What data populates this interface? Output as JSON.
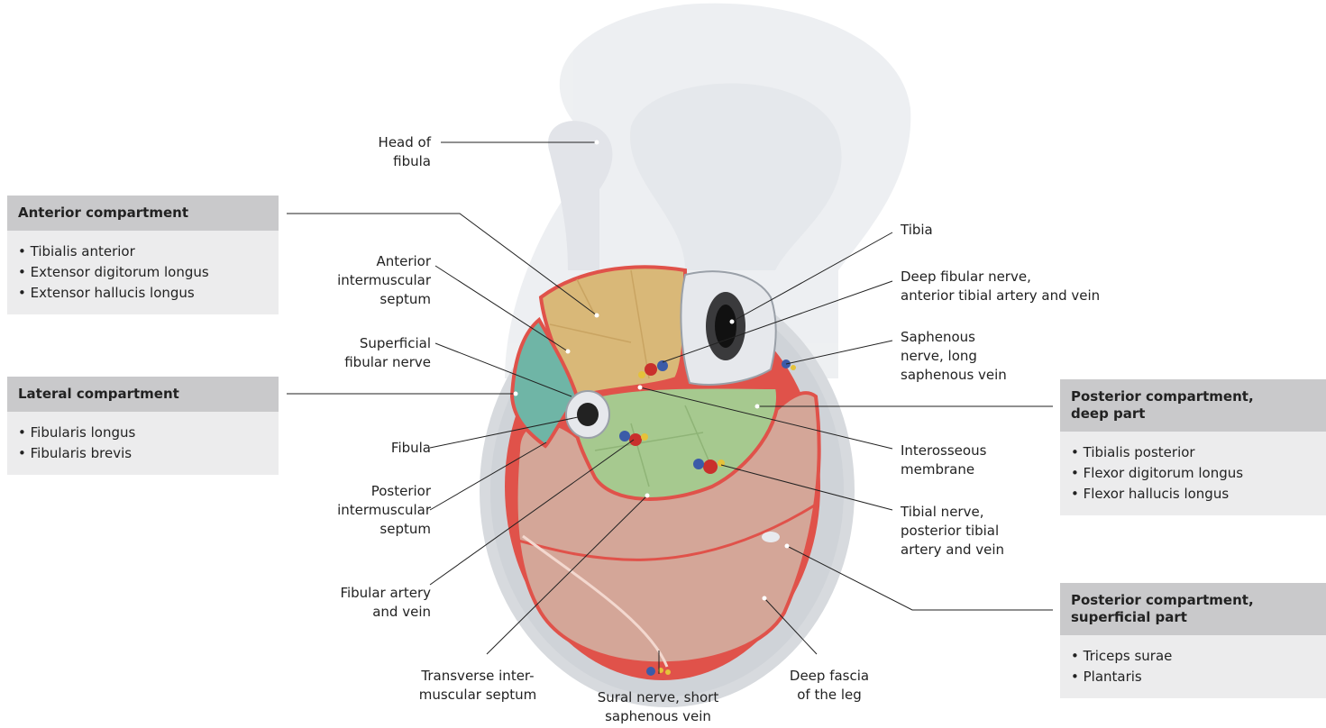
{
  "boxes": {
    "anterior": {
      "title": "Anterior compartment",
      "items": [
        "• Tibialis anterior",
        "• Extensor digitorum longus",
        "• Extensor hallucis longus"
      ]
    },
    "lateral": {
      "title": "Lateral compartment",
      "items": [
        "• Fibularis longus",
        "• Fibularis brevis"
      ]
    },
    "post_deep": {
      "title": "Posterior compartment,\ndeep part",
      "items": [
        "• Tibialis posterior",
        "• Flexor digitorum longus",
        "• Flexor hallucis longus"
      ]
    },
    "post_superficial": {
      "title": "Posterior compartment,\nsuperficial part",
      "items": [
        "• Triceps surae",
        "• Plantaris"
      ]
    }
  },
  "labels": {
    "head_fibula": "Head of\nfibula",
    "ant_septum": "Anterior\nintermuscular\nseptum",
    "sup_fib_nerve": "Superficial\nfibular nerve",
    "fibula": "Fibula",
    "post_septum": "Posterior\nintermuscular\nseptum",
    "fib_artery": "Fibular artery\nand vein",
    "trans_septum": "Transverse inter-\nmuscular septum",
    "sural": "Sural nerve, short\nsaphenous vein",
    "deep_fascia": "Deep fascia\nof the leg",
    "tibia": "Tibia",
    "deep_fib_nerve": "Deep fibular nerve,\nanterior tibial artery and vein",
    "saphenous": "Saphenous\nnerve, long\nsaphenous vein",
    "interosseous": "Interosseous\nmembrane",
    "tibial_nerve": "Tibial nerve,\nposterior tibial\nartery and vein"
  },
  "colors": {
    "anterior": "#d9b878",
    "lateral": "#6fb5a6",
    "deep": "#a6c98f",
    "superficial": "#d4a698",
    "fascia": "#e0524a",
    "bone": "#e6e8ec",
    "box_head": "#c9c9cb",
    "box_body": "#ececed"
  }
}
